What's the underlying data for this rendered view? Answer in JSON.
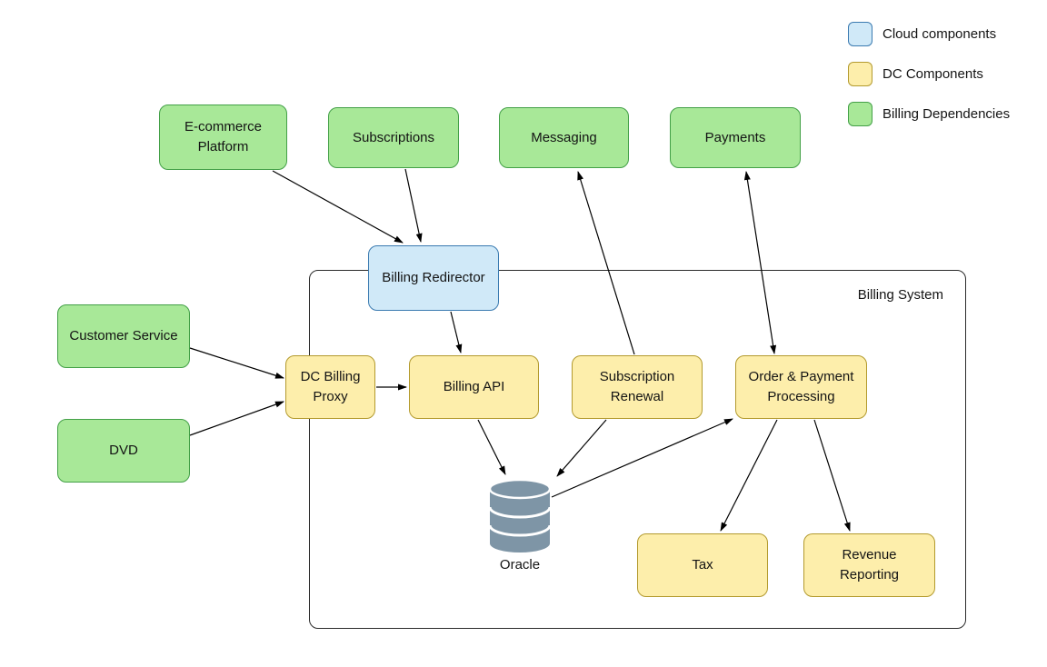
{
  "legend": {
    "items": [
      {
        "label": "Cloud components",
        "type": "cloud",
        "fill": "#d0e9f8",
        "border": "#3a7ab0"
      },
      {
        "label": "DC Components",
        "type": "dc",
        "fill": "#fdeeab",
        "border": "#b39a2e"
      },
      {
        "label": "Billing Dependencies",
        "type": "dependency",
        "fill": "#a8e898",
        "border": "#43a047"
      }
    ]
  },
  "container": {
    "label": "Billing System"
  },
  "nodes": {
    "ecommerce_platform": {
      "label": "E-commerce\nPlatform",
      "type": "dependency"
    },
    "subscriptions": {
      "label": "Subscriptions",
      "type": "dependency"
    },
    "messaging": {
      "label": "Messaging",
      "type": "dependency"
    },
    "payments": {
      "label": "Payments",
      "type": "dependency"
    },
    "customer_service": {
      "label": "Customer Service",
      "type": "dependency"
    },
    "dvd": {
      "label": "DVD",
      "type": "dependency"
    },
    "billing_redirector": {
      "label": "Billing Redirector",
      "type": "cloud"
    },
    "dc_billing_proxy": {
      "label": "DC Billing\nProxy",
      "type": "dc"
    },
    "billing_api": {
      "label": "Billing API",
      "type": "dc"
    },
    "subscription_renewal": {
      "label": "Subscription\nRenewal",
      "type": "dc"
    },
    "order_payment_processing": {
      "label": "Order & Payment\nProcessing",
      "type": "dc"
    },
    "tax": {
      "label": "Tax",
      "type": "dc"
    },
    "revenue_reporting": {
      "label": "Revenue\nReporting",
      "type": "dc"
    },
    "oracle": {
      "label": "Oracle",
      "type": "database"
    }
  },
  "edges": [
    {
      "from": "ecommerce_platform",
      "to": "billing_redirector",
      "bidirectional": false
    },
    {
      "from": "subscriptions",
      "to": "billing_redirector",
      "bidirectional": false
    },
    {
      "from": "billing_redirector",
      "to": "billing_api",
      "bidirectional": false
    },
    {
      "from": "customer_service",
      "to": "dc_billing_proxy",
      "bidirectional": false
    },
    {
      "from": "dvd",
      "to": "dc_billing_proxy",
      "bidirectional": false
    },
    {
      "from": "dc_billing_proxy",
      "to": "billing_api",
      "bidirectional": false
    },
    {
      "from": "billing_api",
      "to": "oracle",
      "bidirectional": false
    },
    {
      "from": "subscription_renewal",
      "to": "oracle",
      "bidirectional": false
    },
    {
      "from": "subscription_renewal",
      "to": "messaging",
      "bidirectional": false
    },
    {
      "from": "order_payment_processing",
      "to": "payments",
      "bidirectional": true
    },
    {
      "from": "oracle",
      "to": "order_payment_processing",
      "bidirectional": false
    },
    {
      "from": "order_payment_processing",
      "to": "tax",
      "bidirectional": false
    },
    {
      "from": "order_payment_processing",
      "to": "revenue_reporting",
      "bidirectional": false
    }
  ]
}
